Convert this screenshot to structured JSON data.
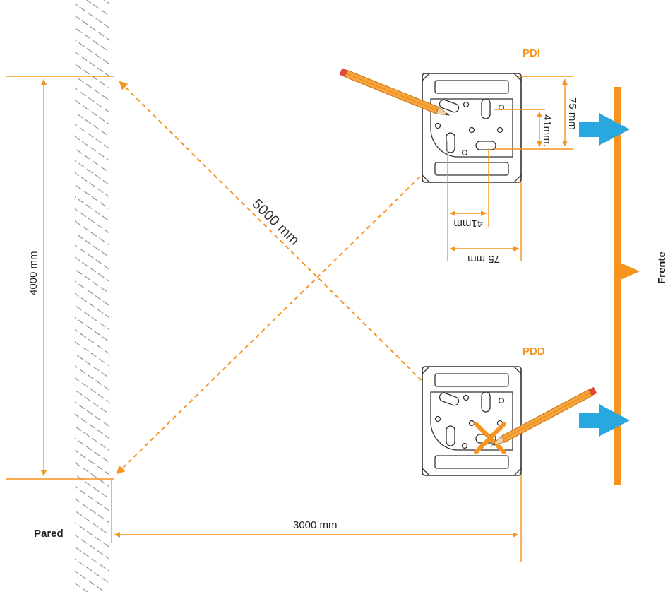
{
  "labels": {
    "wall": "Pared",
    "front": "Frente",
    "left_plate": "PDI",
    "right_plate": "PDD",
    "height_dim": "4000 mm",
    "width_dim": "3000 mm",
    "diagonal_dim": "5000 mm",
    "plate_outer_vertical": "75 mm",
    "plate_inner_vertical": "41mm.",
    "plate_inner_horizontal": "41mm",
    "plate_outer_horizontal": "75 mm"
  },
  "colors": {
    "accent": "#f7941d",
    "arrow": "#29a8e0",
    "outline": "#333333",
    "wall_hatch": "#888888"
  },
  "icons": {
    "pencil": "pencil-icon",
    "cross": "x-mark-icon",
    "direction": "right-arrow-icon"
  }
}
